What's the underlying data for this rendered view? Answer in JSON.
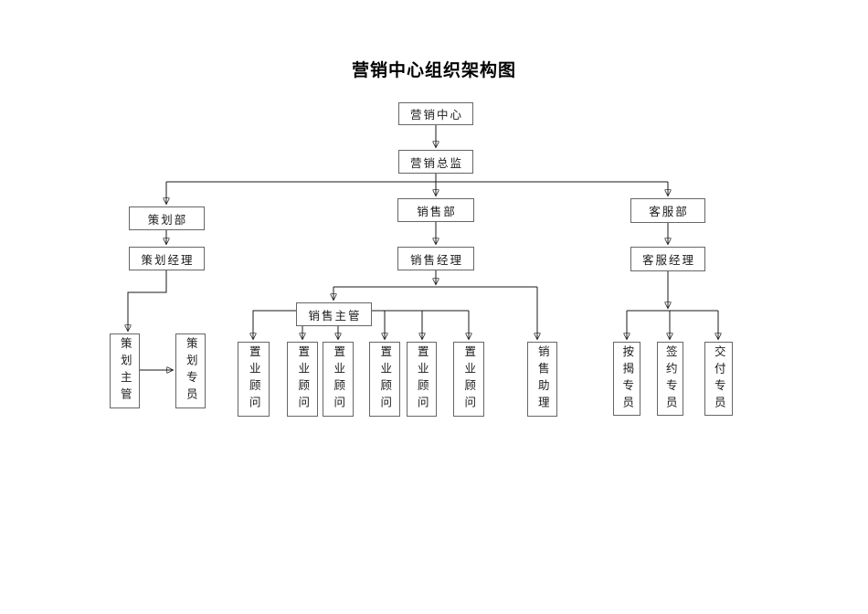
{
  "title": "营销中心组织架构图",
  "nodes": {
    "marketing_center": "营销中心",
    "marketing_director": "营销总监",
    "planning_dept": "策划部",
    "sales_dept": "销售部",
    "service_dept": "客服部",
    "planning_manager": "策划经理",
    "sales_manager": "销售经理",
    "service_manager": "客服经理",
    "planning_supervisor": "策划主管",
    "planning_specialist": "策划专员",
    "sales_supervisor": "销售主管",
    "consultants": [
      "置业顾问",
      "置业顾问",
      "置业顾问",
      "置业顾问",
      "置业顾问",
      "置业顾问"
    ],
    "sales_assistant": "销售助理",
    "mortgage_specialist": "按揭专员",
    "signing_specialist": "签约专员",
    "delivery_specialist": "交付专员"
  },
  "colors": {
    "background": "#ffffff",
    "line": "#1a1a1a",
    "box_border": "#666666",
    "text": "#1a1a1a"
  }
}
